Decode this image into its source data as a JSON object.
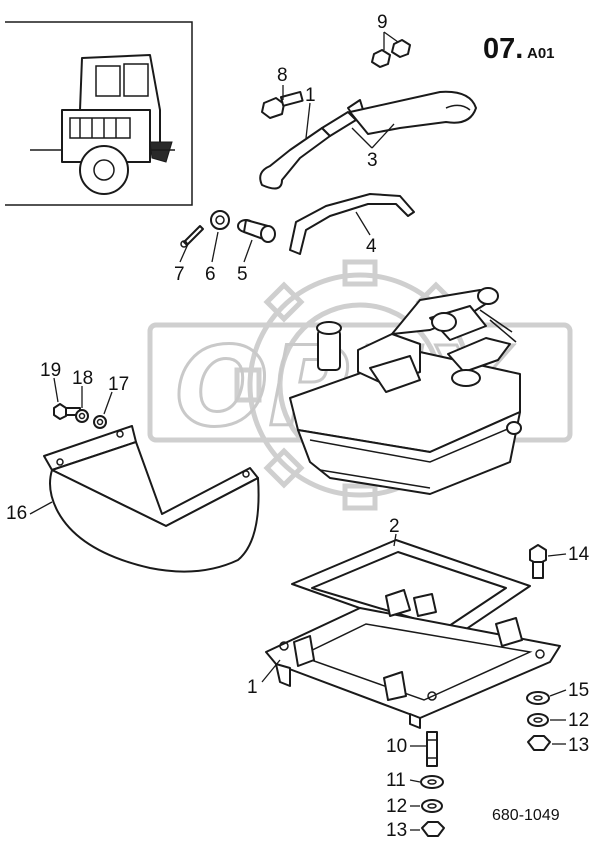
{
  "diagram": {
    "section_code": "07.",
    "section_sub": "A01",
    "reference_number": "680-1049",
    "watermark_text": "OPEX",
    "callouts": {
      "c1_upper": "1",
      "c2": "2",
      "c3": "3",
      "c4": "4",
      "c5": "5",
      "c6": "6",
      "c7": "7",
      "c8": "8",
      "c9": "9",
      "c10": "10",
      "c11": "11",
      "c12_right": "12",
      "c12_bottom": "12",
      "c13_right": "13",
      "c13_bottom": "13",
      "c14": "14",
      "c15": "15",
      "c16": "16",
      "c17": "17",
      "c18": "18",
      "c19": "19",
      "c1_lower": "1"
    }
  }
}
